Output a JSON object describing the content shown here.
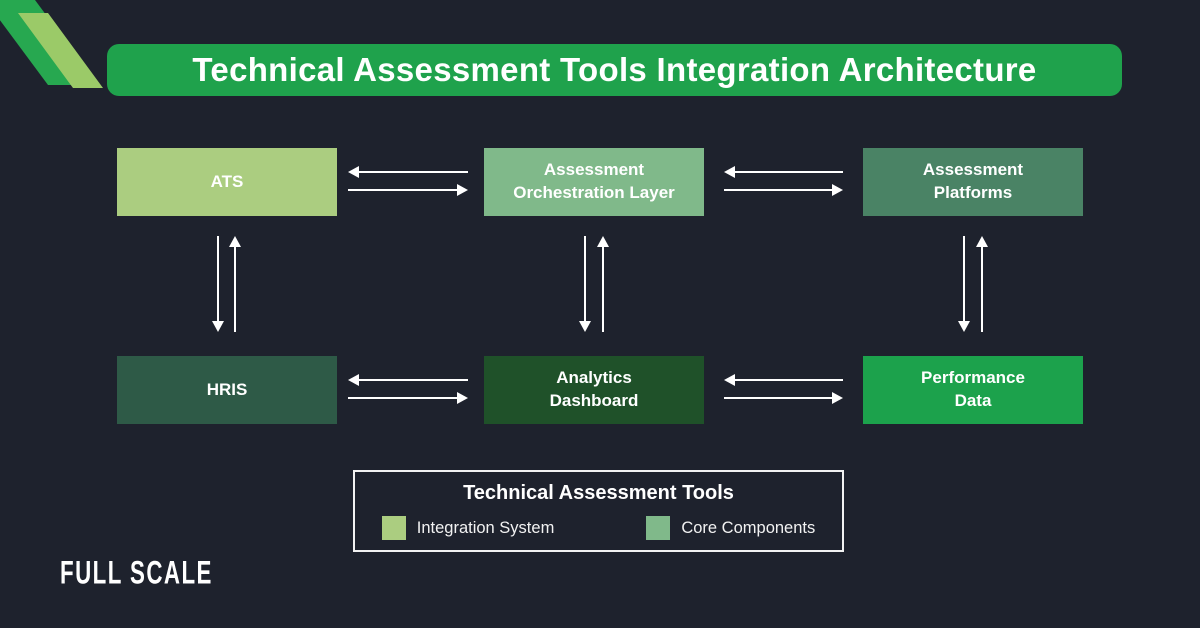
{
  "canvas": {
    "background": "#1e222d",
    "arrow_color": "#ffffff"
  },
  "brand": {
    "logo_text": "FULL SCALE",
    "ribbon_dark_color": "#27a850",
    "ribbon_light_color": "#9bca68"
  },
  "header": {
    "title": "Technical Assessment Tools Integration Architecture",
    "background": "#1fa24c",
    "text_color": "#ffffff"
  },
  "diagram": {
    "nodes": [
      {
        "id": "ats",
        "label": "ATS",
        "color": "#abcd80"
      },
      {
        "id": "orchestration",
        "label": "Assessment\nOrchestration Layer",
        "color": "#80b98a"
      },
      {
        "id": "platforms",
        "label": "Assessment\nPlatforms",
        "color": "#4a8365"
      },
      {
        "id": "hris",
        "label": "HRIS",
        "color": "#2e5a47"
      },
      {
        "id": "analytics",
        "label": "Analytics\nDashboard",
        "color": "#1f5129"
      },
      {
        "id": "performance",
        "label": "Performance\nData",
        "color": "#1ca24c"
      }
    ],
    "connections": [
      {
        "from": "ats",
        "to": "orchestration",
        "type": "bidirectional"
      },
      {
        "from": "orchestration",
        "to": "platforms",
        "type": "bidirectional"
      },
      {
        "from": "ats",
        "to": "hris",
        "type": "bidirectional"
      },
      {
        "from": "orchestration",
        "to": "analytics",
        "type": "bidirectional"
      },
      {
        "from": "platforms",
        "to": "performance",
        "type": "bidirectional"
      },
      {
        "from": "hris",
        "to": "analytics",
        "type": "bidirectional"
      },
      {
        "from": "analytics",
        "to": "performance",
        "type": "bidirectional"
      }
    ]
  },
  "legend": {
    "title": "Technical Assessment Tools",
    "items": [
      {
        "label": "Integration System",
        "color": "#abcd80"
      },
      {
        "label": "Core Components",
        "color": "#80b98a"
      }
    ]
  }
}
